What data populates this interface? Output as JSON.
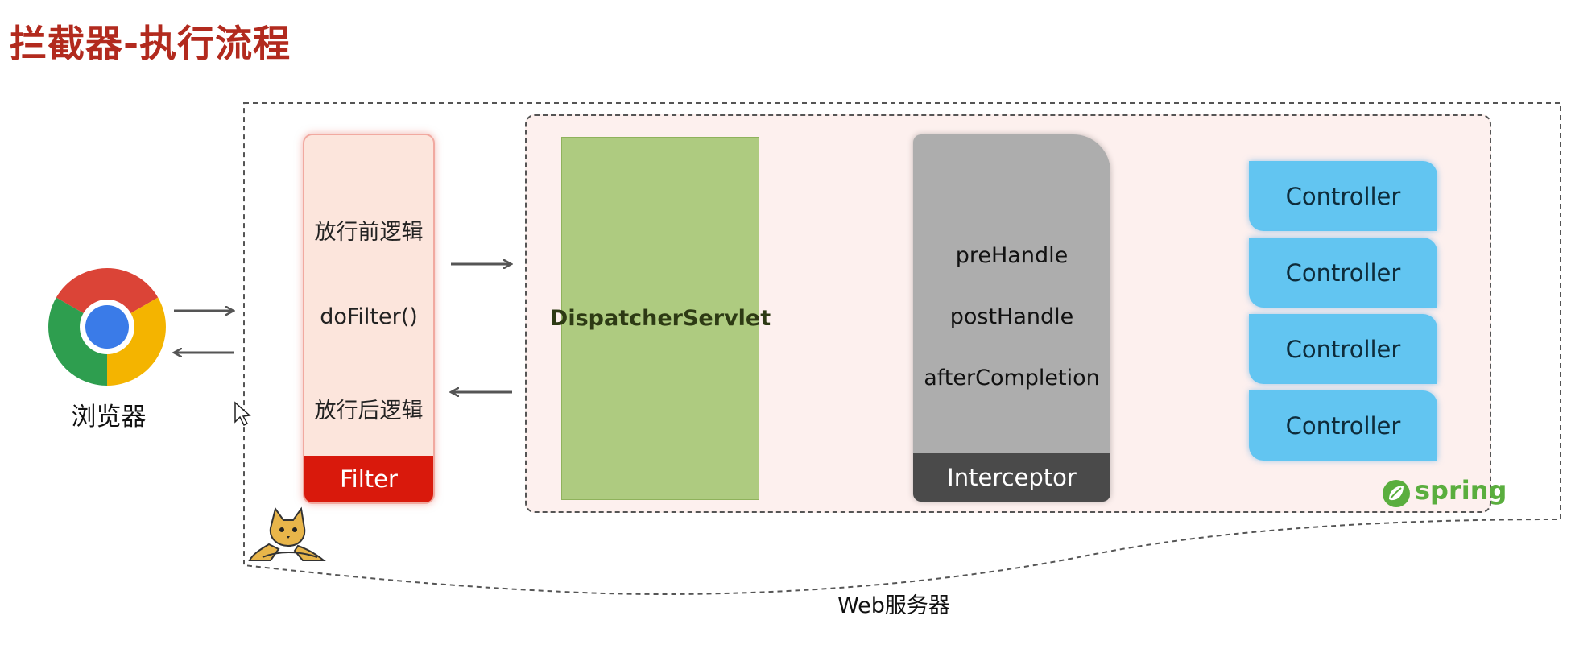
{
  "title": "拦截器-执行流程",
  "browser": {
    "label": "浏览器",
    "icon": "chrome-icon"
  },
  "filter": {
    "lines": [
      "放行前逻辑",
      "doFilter()",
      "放行后逻辑"
    ],
    "footer": "Filter"
  },
  "dispatcher": {
    "label": "DispatcherServlet"
  },
  "interceptor": {
    "lines": [
      "preHandle",
      "postHandle",
      "afterCompletion"
    ],
    "footer": "Interceptor"
  },
  "controllers": [
    "Controller",
    "Controller",
    "Controller",
    "Controller"
  ],
  "spring": {
    "label": "spring",
    "icon": "spring-leaf-icon"
  },
  "server": {
    "label": "Web服务器",
    "icon": "tomcat-cat-icon"
  },
  "colors": {
    "title": "#b22a1e",
    "filter_bg": "#fce5dc",
    "filter_footer": "#d9190c",
    "dispatcher": "#aecb80",
    "interceptor": "#adadad",
    "interceptor_footer": "#4a4a4a",
    "controller": "#62c5f1",
    "spring_area": "#fdf0ee",
    "spring_green": "#5aae3e"
  }
}
